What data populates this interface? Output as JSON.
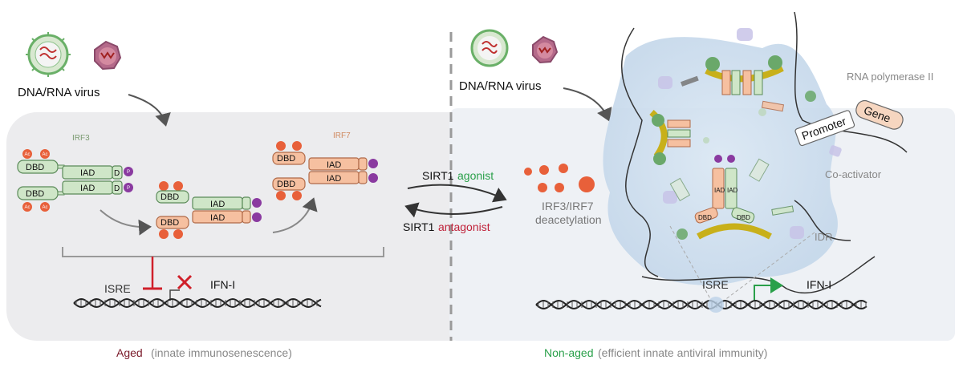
{
  "left_panel": {
    "virus_label": "DNA/RNA virus",
    "irf3_label": "IRF3",
    "irf7_label": "IRF7",
    "dbd": "DBD",
    "iad": "IAD",
    "d": "D",
    "p": "P",
    "ac": "Ac",
    "isre": "ISRE",
    "ifn": "IFN-I",
    "caption_main": "Aged",
    "caption_sub": " (innate immunosenescence)"
  },
  "middle": {
    "agonist_prefix": "SIRT1 ",
    "agonist": "agonist",
    "antagonist_prefix": "SIRT1 ",
    "antagonist": "antagonist",
    "deacetylation_line1": "IRF3/IRF7",
    "deacetylation_line2": "deacetylation"
  },
  "right_panel": {
    "virus_label": "DNA/RNA virus",
    "rna_pol": "RNA polymerase II",
    "promoter": "Promoter",
    "gene": "Gene",
    "coactivator": "Co-activator",
    "idr": "IDR",
    "isre": "ISRE",
    "ifn": "IFN-I",
    "caption_main": "Non-aged",
    "caption_sub": " (efficient innate antiviral immunity)"
  },
  "colors": {
    "aged": "#7a1a2a",
    "nonaged": "#2aa04a",
    "agonist": "#2aa04a",
    "antagonist": "#c0223a",
    "irf3_fill": "#cfe6c8",
    "irf7_fill": "#f6c0a0",
    "ac": "#e8603a",
    "phospho": "#8a3aa0",
    "inhibit": "#d0202a"
  }
}
